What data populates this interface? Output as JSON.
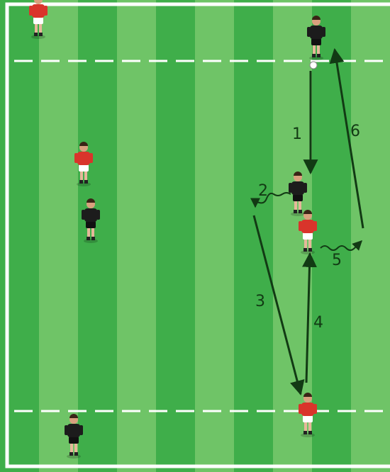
{
  "diagram": {
    "colors": {
      "stripe_light": "#6fc467",
      "stripe_dark": "#3fae4a",
      "line": "#ffffff",
      "team_red": "#d9342b",
      "team_black": "#1c1c1c",
      "arrow": "#123a14"
    },
    "step_labels": [
      "1",
      "2",
      "3",
      "4",
      "5",
      "6"
    ],
    "players": [
      {
        "id": "red-top-left",
        "team": "red"
      },
      {
        "id": "black-top-right",
        "team": "black"
      },
      {
        "id": "red-left-mid",
        "team": "red"
      },
      {
        "id": "black-left-mid",
        "team": "black"
      },
      {
        "id": "black-center-right",
        "team": "black"
      },
      {
        "id": "red-center-right",
        "team": "red"
      },
      {
        "id": "red-bottom-right",
        "team": "red"
      },
      {
        "id": "black-bottom-left",
        "team": "black"
      }
    ],
    "actions": [
      {
        "step": "1",
        "kind": "pass"
      },
      {
        "step": "2",
        "kind": "dribble"
      },
      {
        "step": "3",
        "kind": "run"
      },
      {
        "step": "4",
        "kind": "pass"
      },
      {
        "step": "5",
        "kind": "dribble"
      },
      {
        "step": "6",
        "kind": "run"
      }
    ]
  }
}
